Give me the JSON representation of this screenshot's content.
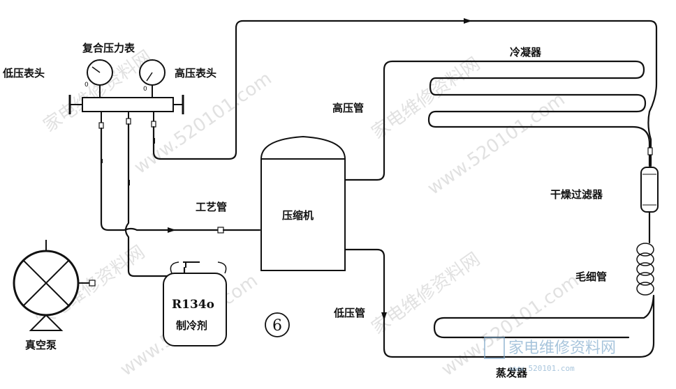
{
  "labels": {
    "compound_gauge": "复合压力表",
    "low_gauge": "低压表头",
    "high_gauge": "高压表头",
    "high_pipe": "高压管",
    "condenser": "冷凝器",
    "process_pipe": "工艺管",
    "compressor": "压缩机",
    "drier_filter": "干燥过滤器",
    "capillary": "毛细管",
    "low_pipe": "低压管",
    "evaporator": "蒸发器",
    "vacuum_pump": "真空泵",
    "refrigerant_name": "R134o",
    "refrigerant_type": "制冷剂",
    "figure_number": "⑥"
  },
  "watermark": {
    "text_cn": "家电维修资料网",
    "text_url": "www.520101.com",
    "logo_cn": "家电维修资料网",
    "logo_url": "www.520101.com"
  }
}
